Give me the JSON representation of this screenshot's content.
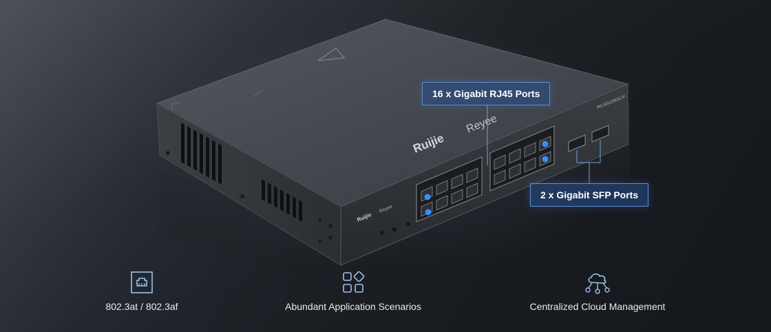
{
  "callouts": {
    "rj45": "16 x Gigabit RJ45 Ports",
    "sfp": "2 x Gigabit SFP Ports"
  },
  "device": {
    "brand_primary": "Ruijie",
    "brand_secondary": "Reyee",
    "model": "RG-ES218GC-P"
  },
  "features": [
    {
      "icon": "ethernet-port-icon",
      "label": "802.3at / 802.3af"
    },
    {
      "icon": "app-grid-icon",
      "label": "Abundant Application Scenarios"
    },
    {
      "icon": "cloud-network-icon",
      "label": "Centralized Cloud Management"
    }
  ],
  "colors": {
    "callout_border": "#5a8fd6",
    "port_led": "#3c8cff",
    "text": "#e8ebef"
  }
}
